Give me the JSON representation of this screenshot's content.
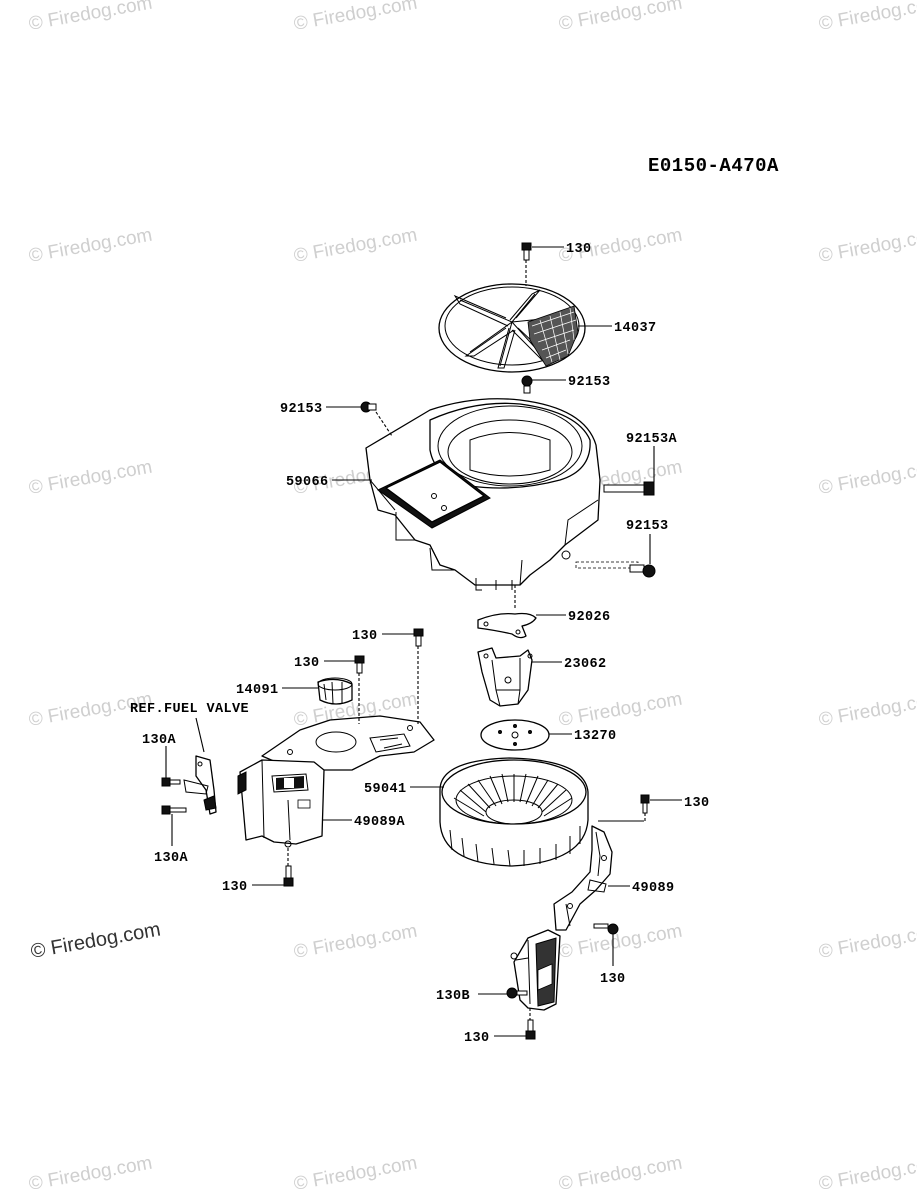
{
  "diagram": {
    "code": "E0150-A470A",
    "parts": {
      "p130_top": "130",
      "p14037": "14037",
      "p92153_center": "92153",
      "p92153_left": "92153",
      "p92153A": "92153A",
      "p59066": "59066",
      "p92153_right": "92153",
      "p130_mid1": "130",
      "p92026": "92026",
      "p130_mid2": "130",
      "p23062": "23062",
      "p14091": "14091",
      "ref_fuel_valve": "REF.FUEL VALVE",
      "p130A_1": "130A",
      "p13270": "13270",
      "p59041": "59041",
      "p130_right": "130",
      "p49089A": "49089A",
      "p130A_2": "130A",
      "p130_bottom_left": "130",
      "p49089": "49089",
      "p130_right2": "130",
      "p130B": "130B",
      "p130_bottom": "130"
    }
  },
  "watermark": {
    "text": "© Firedog.com",
    "main": "© Firedog.com"
  }
}
